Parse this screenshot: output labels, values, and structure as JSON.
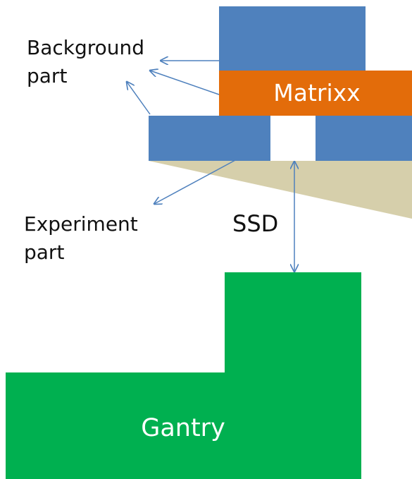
{
  "labels": {
    "background_line1": "Background",
    "background_line2": "part",
    "experiment_line1": "Experiment",
    "experiment_line2": "part",
    "ssd": "SSD",
    "matrixx": "Matrixx",
    "gantry": "Gantry"
  },
  "colors": {
    "blocks": "#4f81bd",
    "matrixx": "#e36c0a",
    "gantry": "#00b050",
    "beam_wedge": "#d6cfab",
    "arrows": "#4f81bd"
  }
}
